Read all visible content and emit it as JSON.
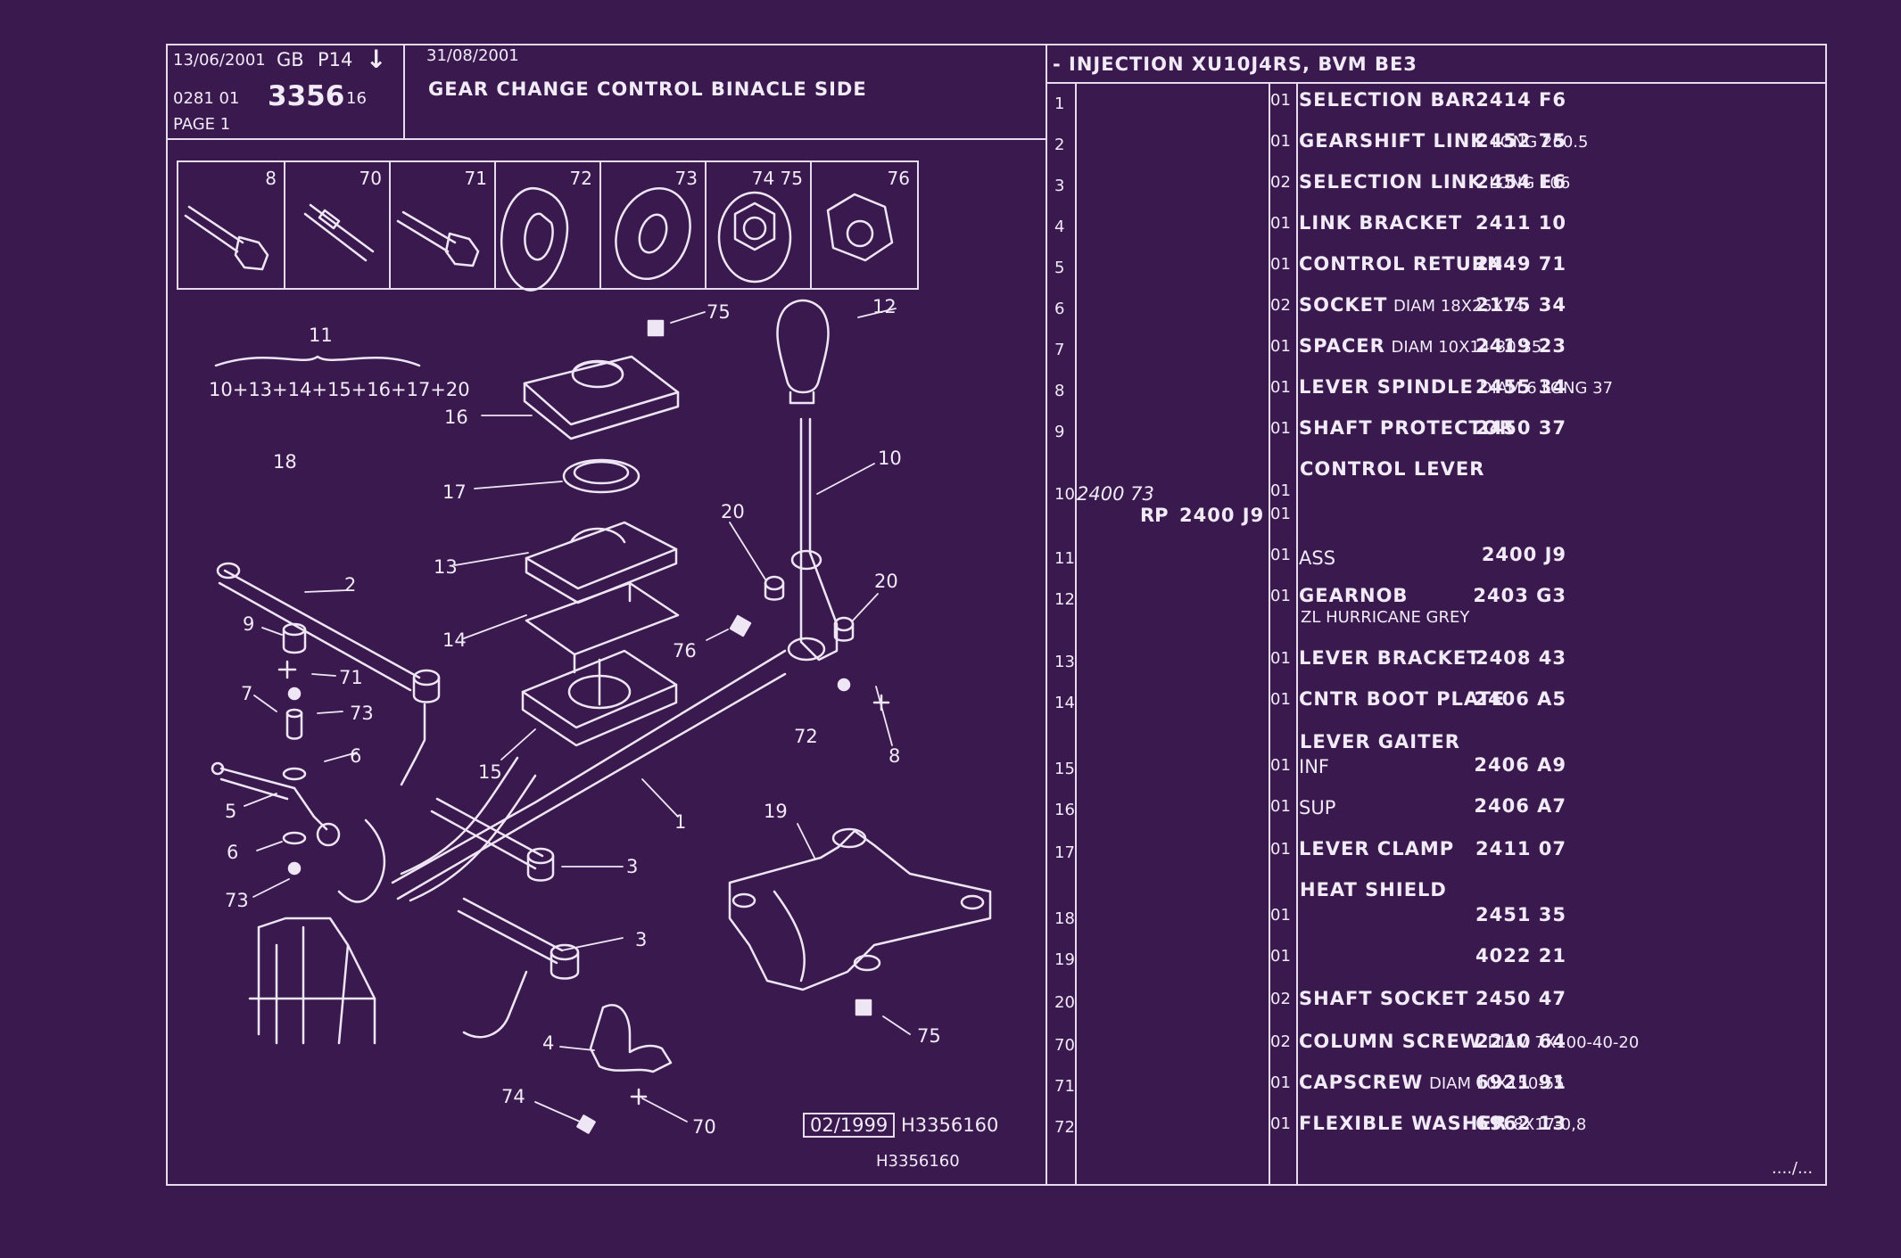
{
  "header": {
    "date1": "13/06/2001",
    "lang": "GB",
    "page_code": "P14",
    "arrow_glyph": "↓",
    "ref_prefix": "0281  01",
    "ref_main": "3356",
    "ref_suffix": "16",
    "page_label": "PAGE  1",
    "date2": "31/08/2001",
    "title": "GEAR CHANGE CONTROL BINACLE SIDE",
    "engine": "- INJECTION XU10J4RS, BVM BE3"
  },
  "parts_icons": [
    {
      "labels": "8",
      "icon": "bolt-icon"
    },
    {
      "labels": "70",
      "icon": "stud-icon"
    },
    {
      "labels": "71",
      "icon": "capscrew-icon"
    },
    {
      "labels": "72",
      "icon": "flexible-washer-icon"
    },
    {
      "labels": "73",
      "icon": "flat-washer-icon"
    },
    {
      "labels": "74   75",
      "icon": "flange-nut-icon"
    },
    {
      "labels": "76",
      "icon": "cap-nut-icon"
    }
  ],
  "diagram": {
    "labels": [
      {
        "t": "11"
      },
      {
        "t": "10+13+14+15+16+17+20"
      },
      {
        "t": "75"
      },
      {
        "t": "12"
      },
      {
        "t": "16"
      },
      {
        "t": "18"
      },
      {
        "t": "17"
      },
      {
        "t": "10"
      },
      {
        "t": "20"
      },
      {
        "t": "13"
      },
      {
        "t": "2"
      },
      {
        "t": "20"
      },
      {
        "t": "9"
      },
      {
        "t": "14"
      },
      {
        "t": "76"
      },
      {
        "t": "71"
      },
      {
        "t": "7"
      },
      {
        "t": "73"
      },
      {
        "t": "72"
      },
      {
        "t": "8"
      },
      {
        "t": "6"
      },
      {
        "t": "15"
      },
      {
        "t": "19"
      },
      {
        "t": "1"
      },
      {
        "t": "5"
      },
      {
        "t": "3"
      },
      {
        "t": "6"
      },
      {
        "t": "73"
      },
      {
        "t": "3"
      },
      {
        "t": "75"
      },
      {
        "t": "4"
      },
      {
        "t": "74"
      },
      {
        "t": "70"
      }
    ],
    "date_box": "02/1999",
    "code1": "H3356160",
    "code2": "H3356160"
  },
  "rows": [
    {
      "n": "1",
      "ref": "2414 F6",
      "q": "01",
      "name": "SELECTION BAR",
      "detail": ""
    },
    {
      "n": "2",
      "ref": "2452 75",
      "q": "01",
      "name": "GEARSHIFT LINK",
      "detail": "LONG 260.5"
    },
    {
      "n": "3",
      "ref": "2454 E6",
      "q": "02",
      "name": "SELECTION LINK",
      "detail": "LONG 106"
    },
    {
      "n": "4",
      "ref": "2411 10",
      "q": "01",
      "name": "LINK BRACKET",
      "detail": ""
    },
    {
      "n": "5",
      "ref": "2449 71",
      "q": "01",
      "name": "CONTROL RETURN",
      "detail": ""
    },
    {
      "n": "6",
      "ref": "2175 34",
      "q": "02",
      "name": "SOCKET",
      "detail": "DIAM 18X25X14"
    },
    {
      "n": "7",
      "ref": "2419 23",
      "q": "01",
      "name": "SPACER",
      "detail": "DIAM 10X14-30.35"
    },
    {
      "n": "8",
      "ref": "2455 34",
      "q": "01",
      "name": "LEVER SPINDLE",
      "detail": "DIAM 6 LONG 37"
    },
    {
      "n": "9",
      "ref": "2450 37",
      "q": "01",
      "name": "SHAFT PROTECTOR",
      "detail": ""
    }
  ],
  "row10": {
    "header": "CONTROL LEVER",
    "n": "10",
    "old_ref": "2400 73",
    "rp": "RP",
    "ref": "2400 J9",
    "q1": "01",
    "q2": "01"
  },
  "row11": {
    "n": "11",
    "ref": "2400 J9",
    "q": "01",
    "name": "ASS"
  },
  "row12": {
    "n": "12",
    "ref": "2403 G3",
    "q": "01",
    "name": "GEARNOB",
    "detail": "ZL HURRICANE GREY"
  },
  "rows_b": [
    {
      "n": "13",
      "ref": "2408 43",
      "q": "01",
      "name": "LEVER BRACKET",
      "detail": ""
    },
    {
      "n": "14",
      "ref": "2406 A5",
      "q": "01",
      "name": "CNTR BOOT PLATE",
      "detail": ""
    }
  ],
  "gaiter": {
    "header": "LEVER GAITER",
    "items": [
      {
        "n": "15",
        "ref": "2406 A9",
        "q": "01",
        "name": "INF"
      },
      {
        "n": "16",
        "ref": "2406 A7",
        "q": "01",
        "name": "SUP"
      }
    ]
  },
  "row17": {
    "n": "17",
    "ref": "2411 07",
    "q": "01",
    "name": "LEVER CLAMP"
  },
  "heat": {
    "header": "HEAT SHIELD",
    "items": [
      {
        "n": "18",
        "ref": "2451 35",
        "q": "01"
      },
      {
        "n": "19",
        "ref": "4022 21",
        "q": "01"
      }
    ]
  },
  "rows_c": [
    {
      "n": "20",
      "ref": "2450 47",
      "q": "02",
      "name": "SHAFT SOCKET",
      "detail": ""
    },
    {
      "n": "70",
      "ref": "2210 64",
      "q": "02",
      "name": "COLUMN SCREW",
      "detail": "DIAM 7X100-40-20"
    },
    {
      "n": "71",
      "ref": "6921 91",
      "q": "01",
      "name": "CAPSCREW",
      "detail": "DIAM 10X150-55"
    },
    {
      "n": "72",
      "ref": "6962 13",
      "q": "01",
      "name": "FLEXIBLE WASHER",
      "detail": "8X17-0,8"
    }
  ],
  "continued": "..../...",
  "colors": {
    "background": "#3a1a4e",
    "ink": "#f1eaf7"
  }
}
